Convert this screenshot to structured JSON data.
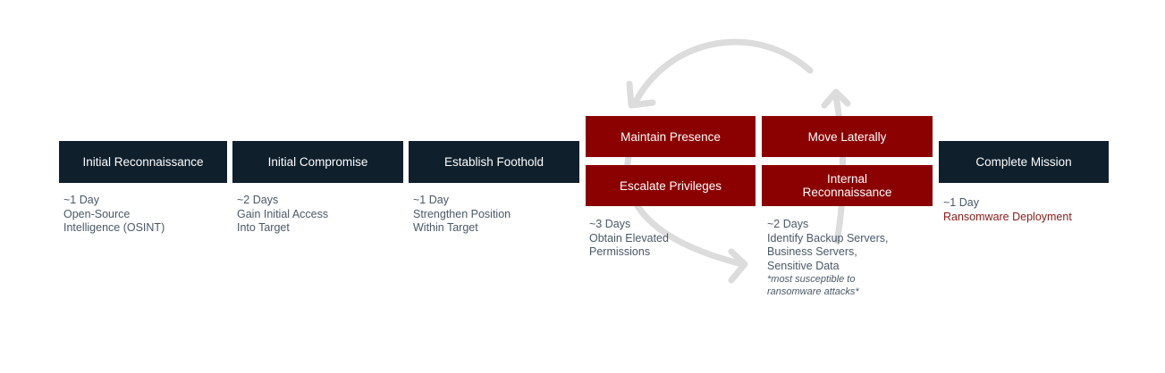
{
  "stages": [
    {
      "label": "Initial Reconnaissance",
      "style": "dark",
      "duration": "~1 Day",
      "details": [
        "Open-Source",
        "Intelligence (OSINT)"
      ]
    },
    {
      "label": "Initial Compromise",
      "style": "dark",
      "duration": "~2 Days",
      "details": [
        "Gain Initial Access",
        "Into Target"
      ]
    },
    {
      "label": "Establish Foothold",
      "style": "dark",
      "duration": "~1 Day",
      "details": [
        "Strengthen Position",
        "Within Target"
      ]
    },
    {
      "label": "Maintain Presence",
      "style": "red"
    },
    {
      "label": "Move Laterally",
      "style": "red"
    },
    {
      "label": "Escalate Privileges",
      "style": "red",
      "duration": "~3 Days",
      "details": [
        "Obtain Elevated",
        "Permissions"
      ]
    },
    {
      "label": "Internal Reconnaissance",
      "style": "red",
      "duration": "~2 Days",
      "details": [
        "Identify Backup Servers,",
        "Business Servers,",
        "Sensitive Data"
      ],
      "footnote": [
        "*most susceptible to",
        "ransomware attacks*"
      ]
    },
    {
      "label": "Complete Mission",
      "style": "dark",
      "duration": "~1 Day",
      "details": [
        "Ransomware Deployment"
      ]
    }
  ],
  "colors": {
    "dark_box": "#0f1f2c",
    "red_box": "#8b0000",
    "cycle_arrow": "#dcdcdc",
    "note_text": "#4a5866",
    "accent_text": "#8b1a1a"
  },
  "icons": [
    "cycle-arrow-icon"
  ]
}
